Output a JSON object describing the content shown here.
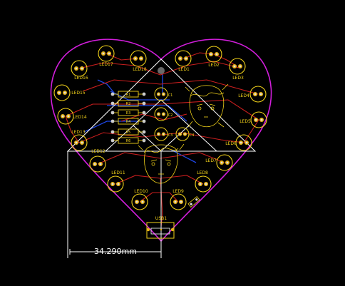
{
  "board": {
    "dimension_label": "34.290mm",
    "usb_label": "USB1",
    "colors": {
      "background": "#000000",
      "outline": "#d21edc",
      "silkscreen": "#f2d21a",
      "top_copper": "#c81e1e",
      "bottom_copper": "#1e46e6",
      "pad": "#e8b416",
      "mechanical": "#ffffff"
    }
  },
  "leds": [
    {
      "name": "LED1"
    },
    {
      "name": "LED2"
    },
    {
      "name": "LED3"
    },
    {
      "name": "LED4"
    },
    {
      "name": "LED5"
    },
    {
      "name": "LED6"
    },
    {
      "name": "LED7"
    },
    {
      "name": "LED8"
    },
    {
      "name": "LED9"
    },
    {
      "name": "LED10"
    },
    {
      "name": "LED11"
    },
    {
      "name": "LED12"
    },
    {
      "name": "LED13"
    },
    {
      "name": "LED14"
    },
    {
      "name": "LED15"
    },
    {
      "name": "LED16"
    },
    {
      "name": "LED17"
    },
    {
      "name": "LED18"
    }
  ],
  "resistors": [
    {
      "name": "R1"
    },
    {
      "name": "R2"
    },
    {
      "name": "R3"
    },
    {
      "name": "R4"
    },
    {
      "name": "R5"
    },
    {
      "name": "R6"
    }
  ],
  "capacitors": [
    {
      "name": "C1"
    },
    {
      "name": "C2"
    },
    {
      "name": "C3"
    },
    {
      "name": "C4"
    }
  ]
}
